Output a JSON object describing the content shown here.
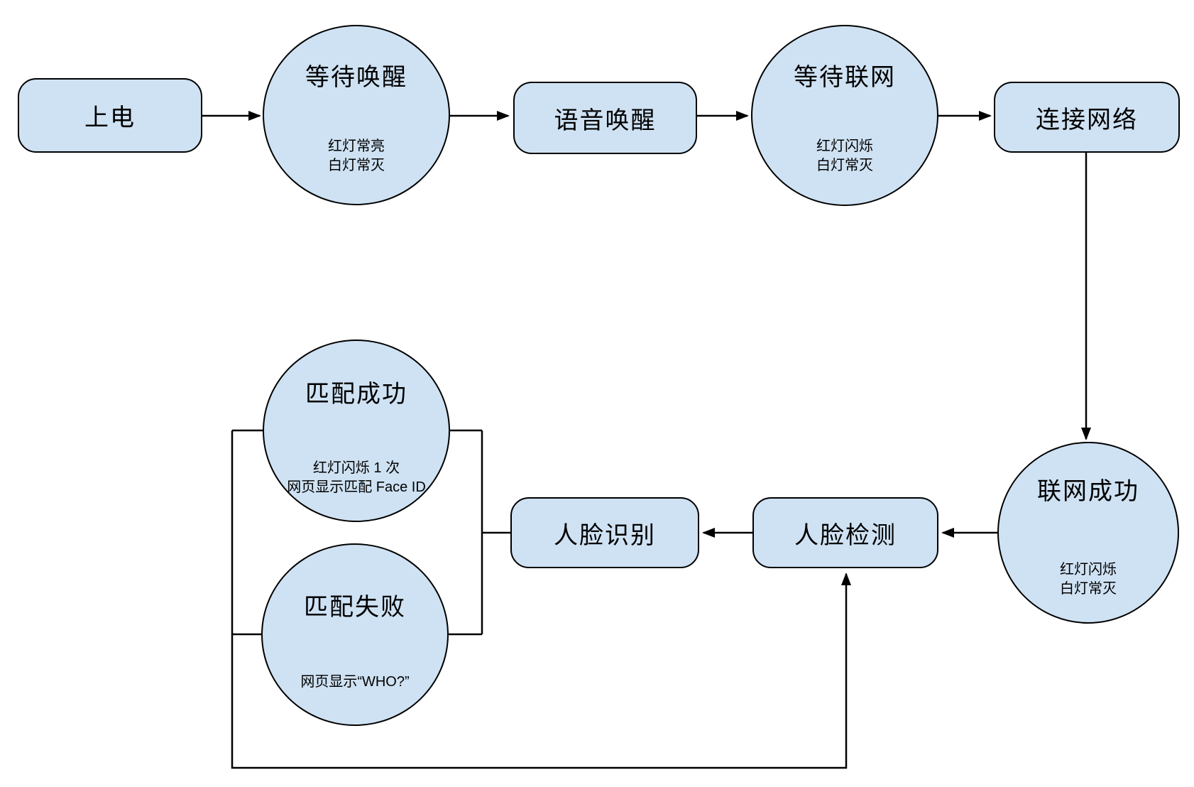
{
  "diagram": {
    "background_color": "#ffffff",
    "node_fill_color": "#cfe2f3",
    "node_border_color": "#000000",
    "text_color": "#000000",
    "nodes": {
      "power_on": {
        "shape": "rounded-rect",
        "label": "上电"
      },
      "wait_wake": {
        "shape": "ellipse",
        "label": "等待唤醒",
        "sub1": "红灯常亮",
        "sub2": "白灯常灭"
      },
      "voice_wake": {
        "shape": "rounded-rect",
        "label": "语音唤醒"
      },
      "wait_network": {
        "shape": "ellipse",
        "label": "等待联网",
        "sub1": "红灯闪烁",
        "sub2": "白灯常灭"
      },
      "connect_network": {
        "shape": "rounded-rect",
        "label": "连接网络"
      },
      "network_success": {
        "shape": "ellipse",
        "label": "联网成功",
        "sub1": "红灯闪烁",
        "sub2": "白灯常灭"
      },
      "face_detect": {
        "shape": "rounded-rect",
        "label": "人脸检测"
      },
      "face_recognize": {
        "shape": "rounded-rect",
        "label": "人脸识别"
      },
      "match_success": {
        "shape": "ellipse",
        "label": "匹配成功",
        "sub1": "红灯闪烁 1 次",
        "sub2": "网页显示匹配 Face ID"
      },
      "match_fail": {
        "shape": "ellipse",
        "label": "匹配失败",
        "sub1": "网页显示“WHO?”"
      }
    },
    "edges": [
      {
        "from": "power_on",
        "to": "wait_wake",
        "arrow": true
      },
      {
        "from": "wait_wake",
        "to": "voice_wake",
        "arrow": true
      },
      {
        "from": "voice_wake",
        "to": "wait_network",
        "arrow": true
      },
      {
        "from": "wait_network",
        "to": "connect_network",
        "arrow": true
      },
      {
        "from": "connect_network",
        "to": "network_success",
        "arrow": true
      },
      {
        "from": "network_success",
        "to": "face_detect",
        "arrow": true
      },
      {
        "from": "face_detect",
        "to": "face_recognize",
        "arrow": true
      },
      {
        "from": "face_recognize",
        "to": "match_success",
        "arrow": false
      },
      {
        "from": "face_recognize",
        "to": "match_fail",
        "arrow": false
      },
      {
        "from": "match_success",
        "to": "face_detect",
        "arrow": true
      },
      {
        "from": "match_fail",
        "to": "face_detect",
        "arrow": true
      }
    ]
  }
}
